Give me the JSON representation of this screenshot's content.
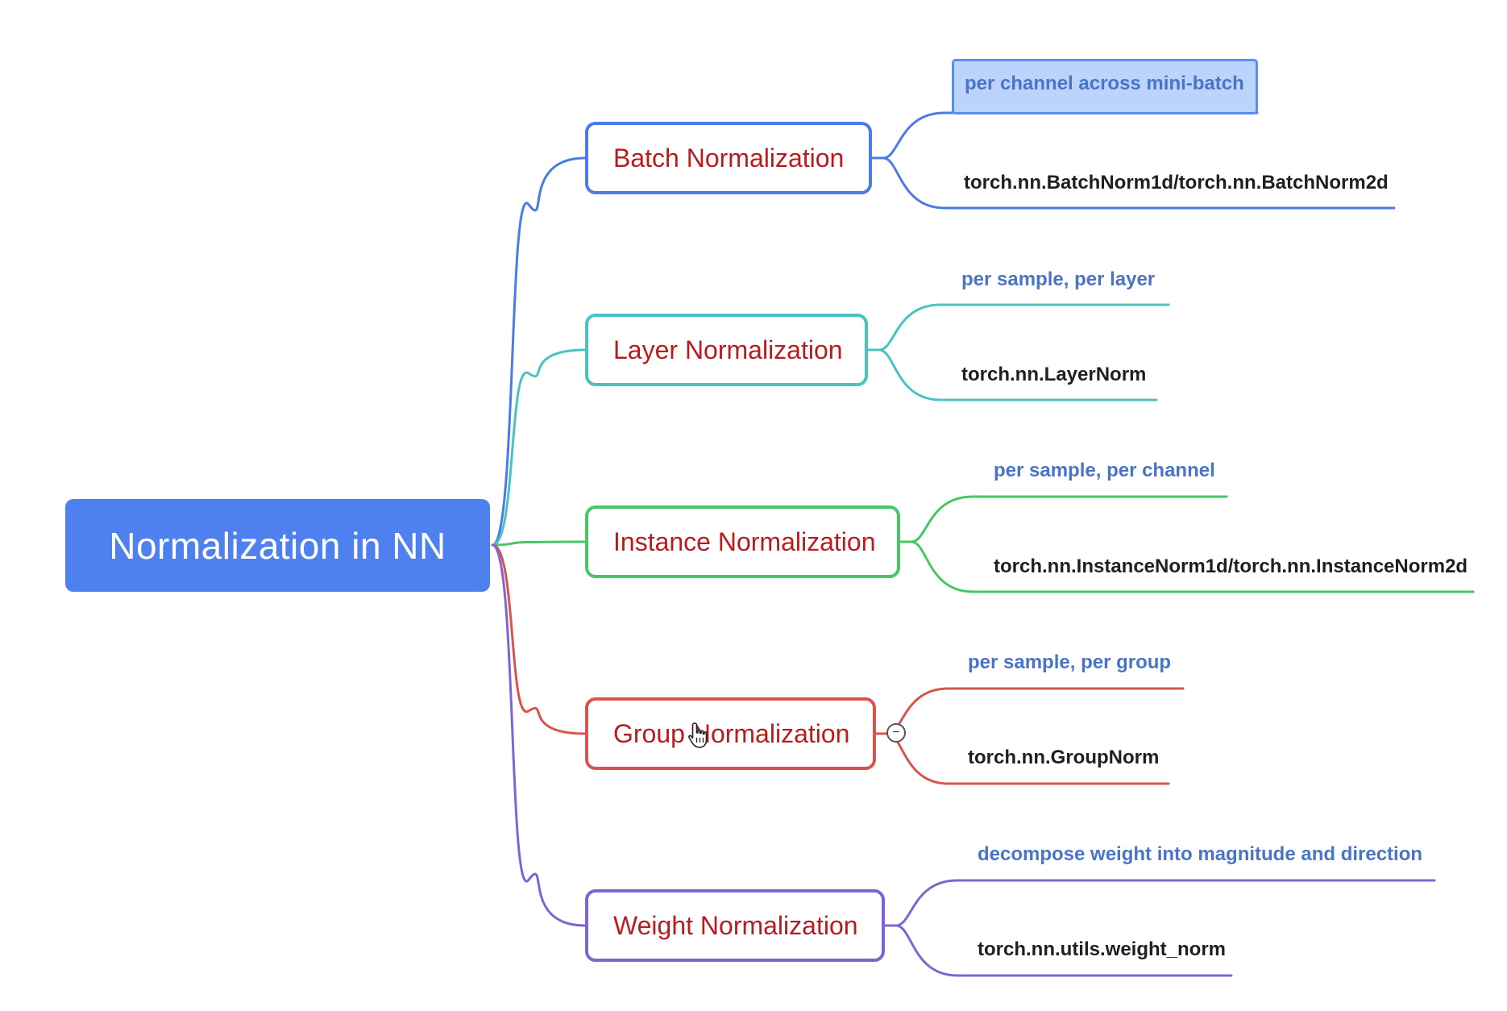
{
  "root": {
    "label": "Normalization in NN"
  },
  "branches": [
    {
      "id": "batch",
      "label": "Batch Normalization",
      "color": "#4a7be8",
      "description": "per channel across mini-batch",
      "api": "torch.nn.BatchNorm1d/torch.nn.BatchNorm2d"
    },
    {
      "id": "layer",
      "label": "Layer Normalization",
      "color": "#49c3c0",
      "description": "per sample, per layer",
      "api": "torch.nn.LayerNorm"
    },
    {
      "id": "instance",
      "label": "Instance Normalization",
      "color": "#46c765",
      "description": "per sample, per channel",
      "api": "torch.nn.InstanceNorm1d/torch.nn.InstanceNorm2d"
    },
    {
      "id": "group",
      "label": "Group Normalization",
      "color": "#d9534f",
      "description": "per sample, per group",
      "api": "torch.nn.GroupNorm"
    },
    {
      "id": "weight",
      "label": "Weight Normalization",
      "color": "#8064d6",
      "description": "decompose weight into magnitude and direction",
      "api": "torch.nn.utils.weight_norm"
    }
  ],
  "colors": {
    "root_fill": "#4e80f0",
    "branch_text": "#b81c1c",
    "description_text": "#4a74c6",
    "api_text": "#1f1f1f",
    "highlight_fill": "#bcd3fb"
  },
  "icons": {
    "collapse_toggle": "minus-circle-icon",
    "cursor": "hand-pointer-icon"
  },
  "toggle_symbol": "−"
}
